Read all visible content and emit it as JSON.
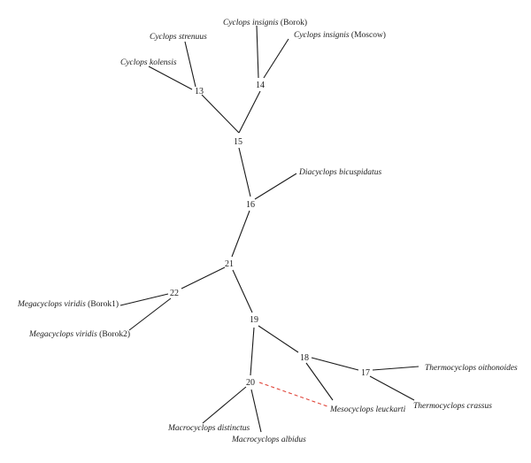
{
  "nodes": [
    {
      "id": "13",
      "label": "13"
    },
    {
      "id": "14",
      "label": "14"
    },
    {
      "id": "15",
      "label": "15"
    },
    {
      "id": "16",
      "label": "16"
    },
    {
      "id": "17",
      "label": "17"
    },
    {
      "id": "18",
      "label": "18"
    },
    {
      "id": "19",
      "label": "19"
    },
    {
      "id": "20",
      "label": "20"
    },
    {
      "id": "21",
      "label": "21"
    },
    {
      "id": "22",
      "label": "22"
    }
  ],
  "leaves": {
    "cyclops_insignis_borok": {
      "italic": "Cyclops insignis",
      "plain": " (Borok)"
    },
    "cyclops_insignis_moscow": {
      "italic": "Cyclops insignis",
      "plain": " (Moscow)"
    },
    "cyclops_strenuus": {
      "italic": "Cyclops strenuus",
      "plain": ""
    },
    "cyclops_kolensis": {
      "italic": "Cyclops kolensis",
      "plain": ""
    },
    "diacyclops_bicuspidatus": {
      "italic": "Diacyclops bicuspidatus",
      "plain": ""
    },
    "megacyclops_viridis_borok1": {
      "italic": "Megacyclops viridis",
      "plain": " (Borok1)"
    },
    "megacyclops_viridis_borok2": {
      "italic": "Megacyclops viridis",
      "plain": " (Borok2)"
    },
    "thermocyclops_oithonoides": {
      "italic": "Thermocyclops oithonoides",
      "plain": ""
    },
    "thermocyclops_crassus": {
      "italic": "Thermocyclops crassus",
      "plain": ""
    },
    "mesocyclops_leuckarti": {
      "italic": "Mesocyclops leuckarti",
      "plain": ""
    },
    "macrocyclops_distinctus": {
      "italic": "Macrocyclops distinctus",
      "plain": ""
    },
    "macrocyclops_albidus": {
      "italic": "Macrocyclops albidus",
      "plain": ""
    }
  },
  "edges": [
    [
      "15",
      "13"
    ],
    [
      "15",
      "14"
    ],
    [
      "15",
      "16"
    ],
    [
      "16",
      "21"
    ],
    [
      "21",
      "22"
    ],
    [
      "21",
      "19"
    ],
    [
      "19",
      "18"
    ],
    [
      "19",
      "20"
    ],
    [
      "18",
      "17"
    ],
    [
      "14",
      "cyclops_insignis_borok"
    ],
    [
      "14",
      "cyclops_insignis_moscow"
    ],
    [
      "13",
      "cyclops_strenuus"
    ],
    [
      "13",
      "cyclops_kolensis"
    ],
    [
      "16",
      "diacyclops_bicuspidatus"
    ],
    [
      "22",
      "megacyclops_viridis_borok1"
    ],
    [
      "22",
      "megacyclops_viridis_borok2"
    ],
    [
      "17",
      "thermocyclops_oithonoides"
    ],
    [
      "17",
      "thermocyclops_crassus"
    ],
    [
      "18",
      "mesocyclops_leuckarti"
    ],
    [
      "20",
      "macrocyclops_distinctus"
    ],
    [
      "20",
      "macrocyclops_albidus"
    ]
  ],
  "dashed_edges": [
    [
      "20",
      "mesocyclops_leuckarti"
    ]
  ],
  "colors": {
    "branch": "#1a1a1a",
    "dashed": "#e0453a"
  }
}
